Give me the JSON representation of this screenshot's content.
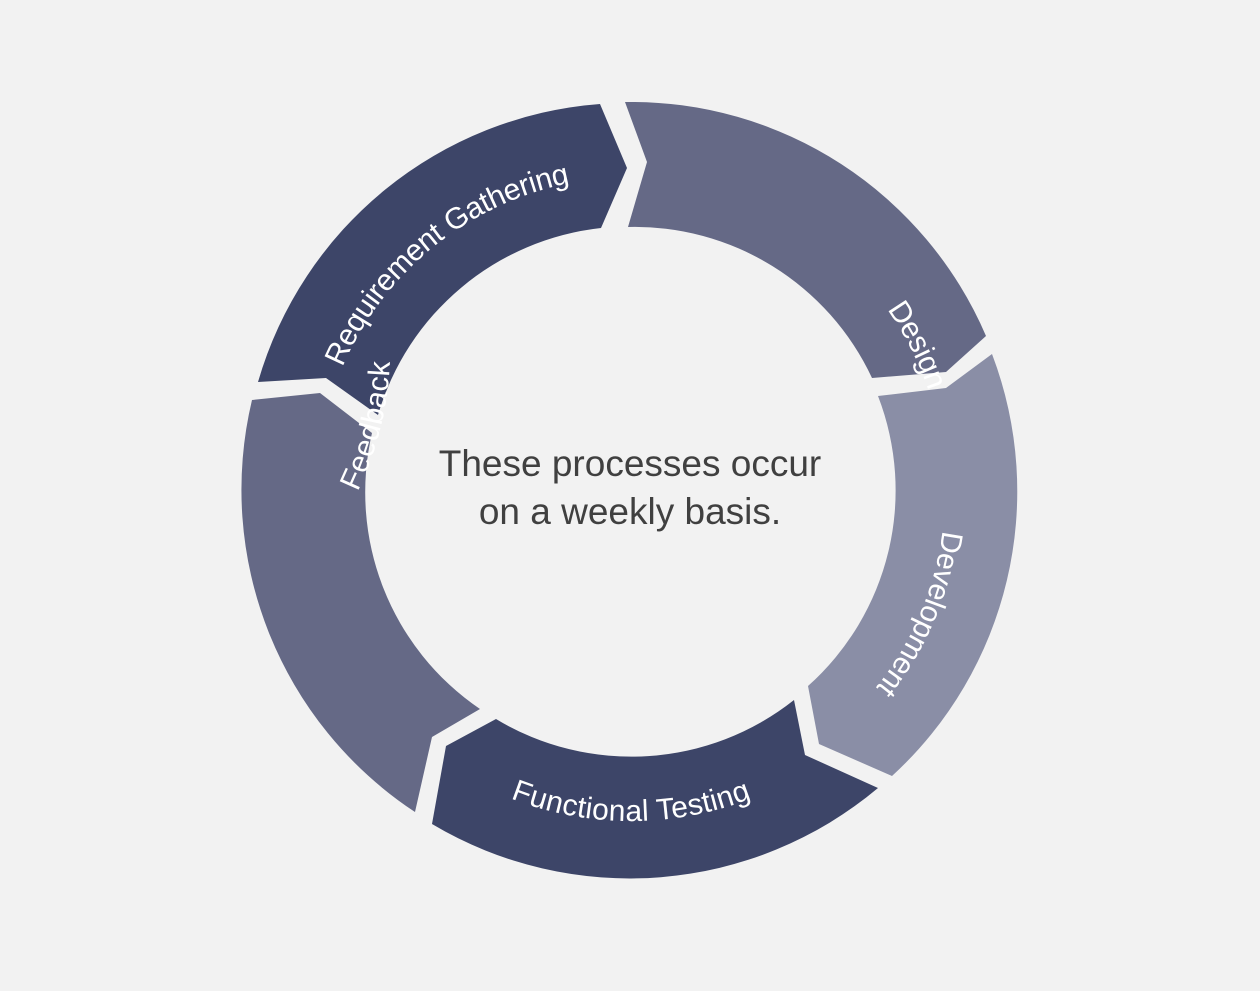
{
  "diagram": {
    "type": "cycle",
    "center_text": {
      "line1": "These processes occur",
      "line2": "on a weekly basis."
    },
    "segments": [
      {
        "label": "Requirement Gathering",
        "color": "#3d4568"
      },
      {
        "label": "Design",
        "color": "#656986"
      },
      {
        "label": "Development",
        "color": "#8a8ea6"
      },
      {
        "label": "Functional Testing",
        "color": "#3d4568"
      },
      {
        "label": "Feedback",
        "color": "#656986"
      }
    ],
    "background": "#f2f2f2",
    "text_color": "#404040"
  }
}
